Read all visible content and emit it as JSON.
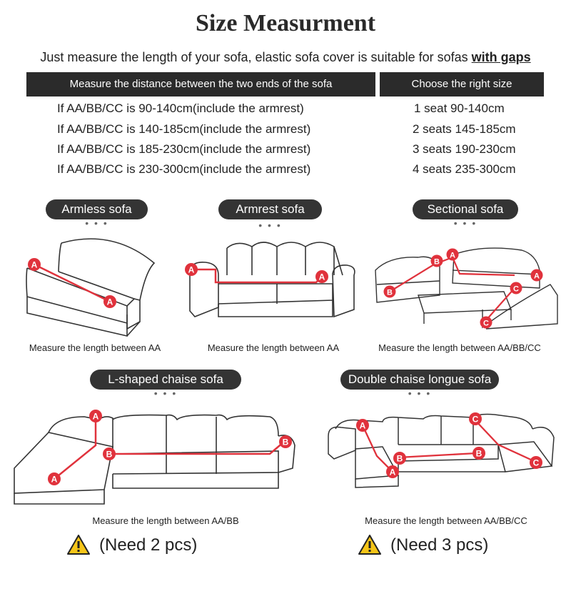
{
  "title": "Size Measurment",
  "subtitle": {
    "text": "Just measure the length of your sofa, elastic sofa cover is suitable for sofas ",
    "emphasis": "with gaps"
  },
  "table": {
    "headers": [
      "Measure the distance between the two ends of the sofa",
      "Choose the right size"
    ],
    "rows": [
      {
        "range": "If AA/BB/CC is 90-140cm(include the armrest)",
        "size": "1 seat 90-140cm"
      },
      {
        "range": "If AA/BB/CC is 140-185cm(include the armrest)",
        "size": "2 seats 145-185cm"
      },
      {
        "range": "If AA/BB/CC is 185-230cm(include the armrest)",
        "size": "3 seats 190-230cm"
      },
      {
        "range": "If AA/BB/CC is 230-300cm(include the armrest)",
        "size": "4 seats 235-300cm"
      }
    ]
  },
  "sofas": [
    {
      "label": "Armless sofa",
      "dots": "• • •",
      "caption": "Measure the length between AA"
    },
    {
      "label": "Armrest sofa",
      "dots": "• • •",
      "caption": "Measure the length between AA"
    },
    {
      "label": "Sectional sofa",
      "dots": "• • •",
      "caption": "Measure the length between AA/BB/CC"
    },
    {
      "label": "L-shaped chaise sofa",
      "dots": "• • •",
      "caption": "Measure the length between AA/BB",
      "need": "(Need 2 pcs)"
    },
    {
      "label": "Double chaise longue sofa",
      "dots": "• • •",
      "caption": "Measure the length between AA/BB/CC",
      "need": "(Need 3 pcs)"
    }
  ],
  "marker_labels": {
    "a": "A",
    "b": "B",
    "c": "C"
  },
  "colors": {
    "accent_red": "#e0323c",
    "dark_bar": "#2b2b2b",
    "pill": "#343434",
    "warning": "#f5c518"
  },
  "icons": {
    "warning": "warning-triangle-icon"
  }
}
